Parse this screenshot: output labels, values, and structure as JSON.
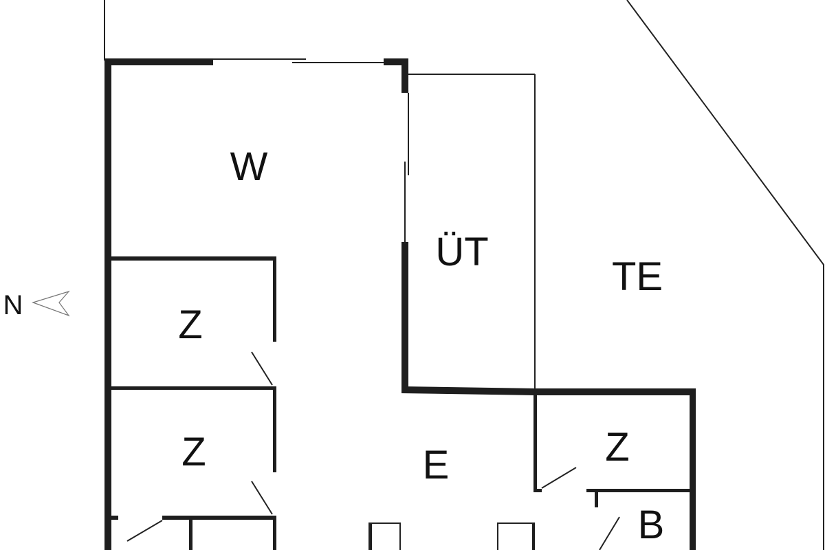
{
  "compass": {
    "label": "N"
  },
  "rooms": {
    "living": "W",
    "covered_terrace": "ÜT",
    "terrace": "TE",
    "bedroom_1": "Z",
    "bedroom_2": "Z",
    "hall": "E",
    "bedroom_3": "Z",
    "bathroom": "B"
  },
  "colors": {
    "wall": "#1e1e1e",
    "background": "#ffffff"
  }
}
